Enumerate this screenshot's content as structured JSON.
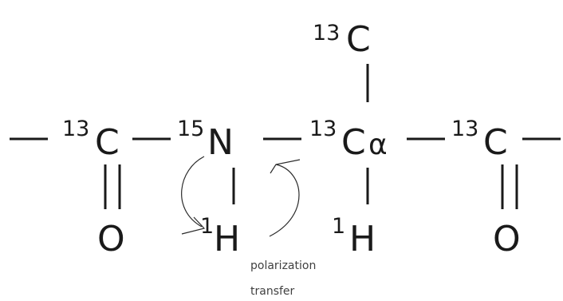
{
  "atoms": {
    "methyl_c": {
      "iso": "13",
      "el": "C"
    },
    "carbonyl_c_left": {
      "iso": "13",
      "el": "C"
    },
    "amide_n": {
      "iso": "15",
      "el": "N"
    },
    "alpha_c": {
      "iso": "13",
      "el": "C",
      "sub": "α"
    },
    "carbonyl_c_right": {
      "iso": "13",
      "el": "C"
    },
    "oxygen_left": {
      "el": "O"
    },
    "oxygen_right": {
      "el": "O"
    },
    "hydrogen_n": {
      "iso": "1",
      "el": "H"
    },
    "hydrogen_alpha": {
      "iso": "1",
      "el": "H"
    }
  },
  "annotation": {
    "line1": "polarization",
    "line2": "transfer"
  },
  "colors": {
    "ink": "#1a1a1a",
    "annotation": "#404040"
  }
}
